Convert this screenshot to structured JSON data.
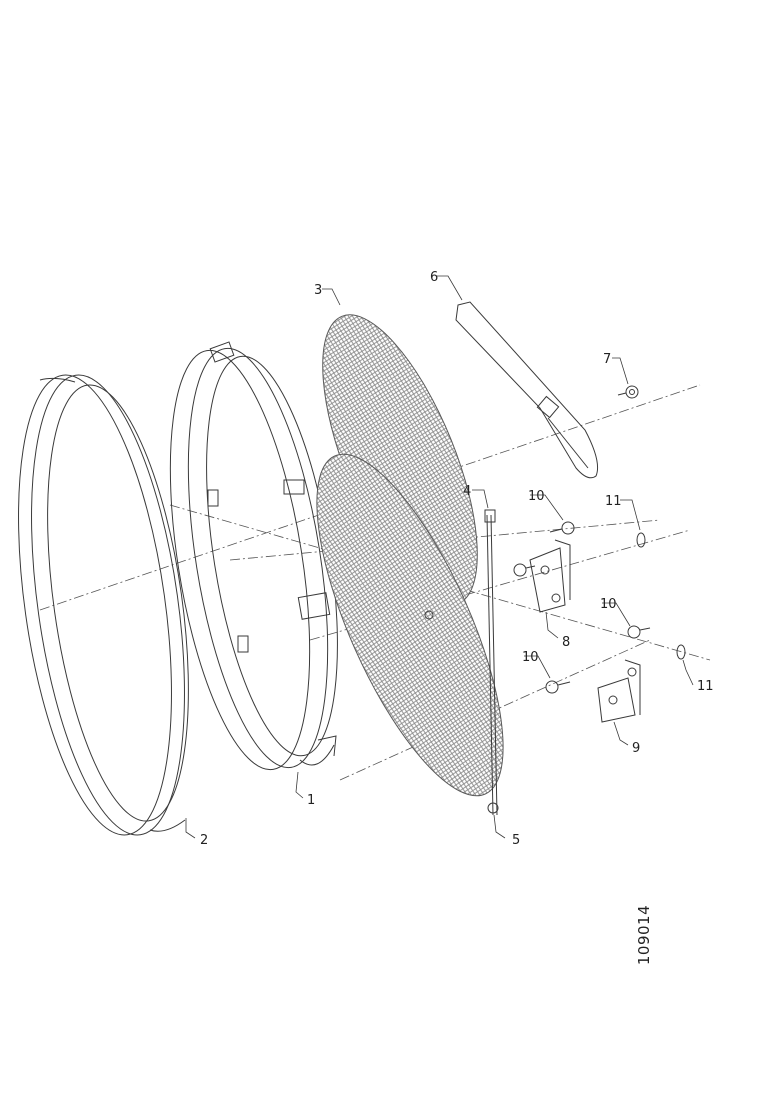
{
  "diagram": {
    "part_labels": {
      "p1": "1",
      "p2": "2",
      "p3": "3",
      "p4": "4",
      "p5": "5",
      "p6": "6",
      "p7": "7",
      "p8": "8",
      "p9": "9",
      "p10a": "10",
      "p10b": "10",
      "p10c": "10",
      "p11a": "11",
      "p11b": "11"
    },
    "reference_code": "109014"
  },
  "colors": {
    "line": "#3a3a3a",
    "mesh": "#8a8a8a",
    "background": "#ffffff"
  }
}
